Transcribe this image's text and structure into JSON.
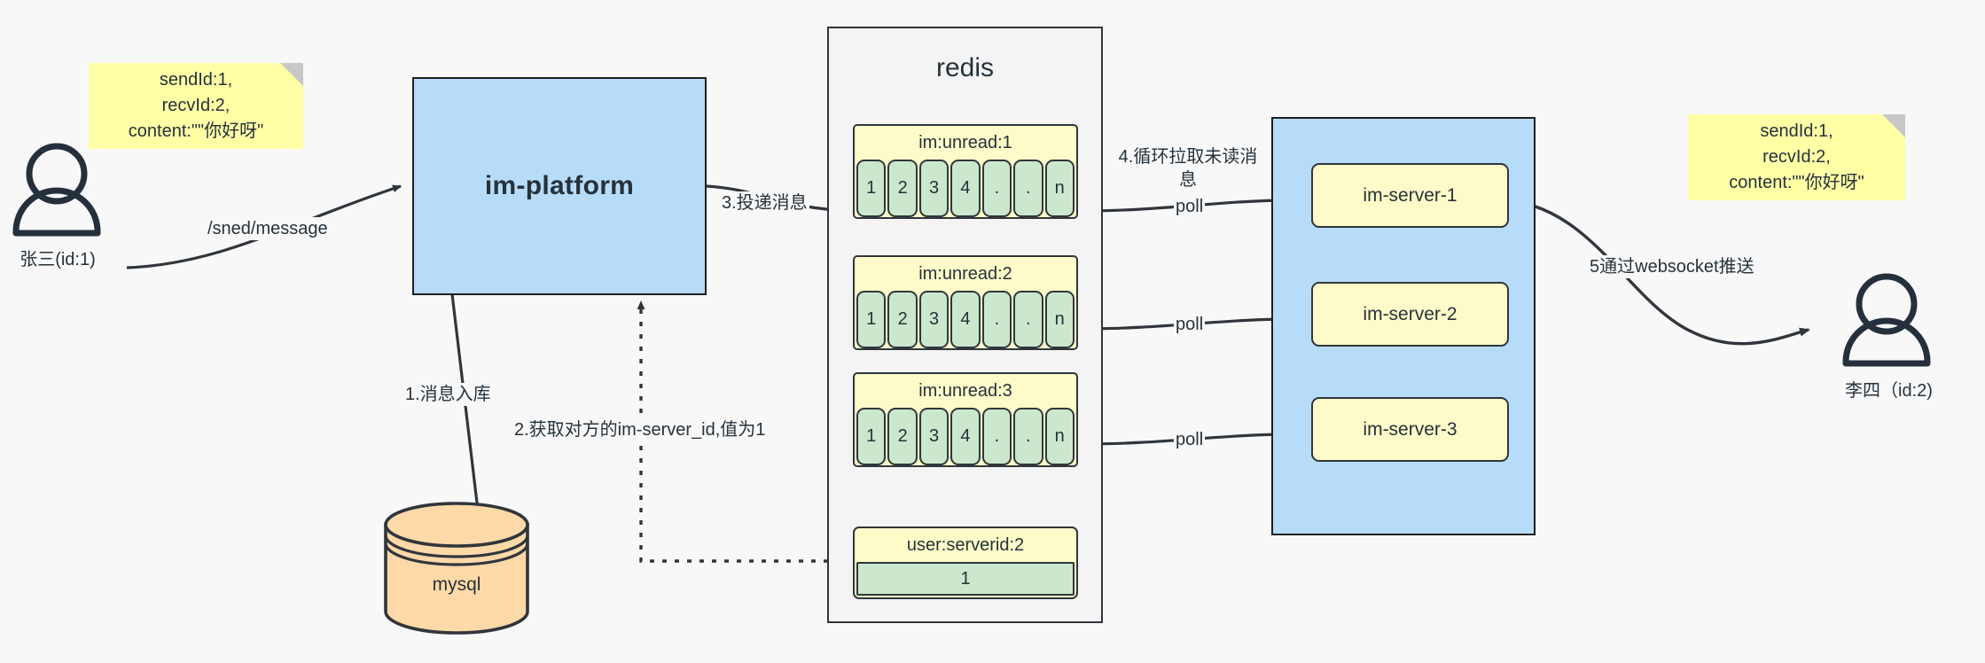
{
  "diagram": {
    "title": "IM message delivery architecture",
    "colors": {
      "background": "#f8f8f9",
      "sticky": "#ffffa6",
      "blue_box": "#b7dcfa",
      "yellow_box": "#fdfbc9",
      "green_cell": "#cbe7cd",
      "mysql_fill": "#ffd9a8",
      "stroke": "#30363b"
    }
  },
  "actors": [
    {
      "id": "sender",
      "label": "张三(id:1)",
      "icon": "person-icon"
    },
    {
      "id": "receiver",
      "label": "李四（id:2)",
      "icon": "person-icon"
    }
  ],
  "sticky_notes": [
    {
      "id": "note-left",
      "text": "sendId:1,\nrecvId:2,\ncontent:\"\"你好呀\""
    },
    {
      "id": "note-right",
      "text": "sendId:1,\nrecvId:2,\ncontent:\"\"你好呀\""
    }
  ],
  "platform": {
    "label": "im-platform"
  },
  "database": {
    "label": "mysql"
  },
  "redis": {
    "title": "redis",
    "queues": [
      {
        "key": "im:unread:1",
        "cells": [
          "1",
          "2",
          "3",
          "4",
          ".",
          ".",
          "n"
        ]
      },
      {
        "key": "im:unread:2",
        "cells": [
          "1",
          "2",
          "3",
          "4",
          ".",
          ".",
          "n"
        ]
      },
      {
        "key": "im:unread:3",
        "cells": [
          "1",
          "2",
          "3",
          "4",
          ".",
          ".",
          "n"
        ]
      }
    ],
    "kv": {
      "key": "user:serverid:2",
      "value": "1"
    }
  },
  "server_cluster": {
    "servers": [
      {
        "label": "im-server-1"
      },
      {
        "label": "im-server-2"
      },
      {
        "label": "im-server-3"
      }
    ]
  },
  "edges": [
    {
      "id": "e-send",
      "label": "/sned/message"
    },
    {
      "id": "e-db",
      "label": "1.消息入库"
    },
    {
      "id": "e-getserverid",
      "label": "2.获取对方的im-server_id,值为1"
    },
    {
      "id": "e-deliver",
      "label": "3.投递消息"
    },
    {
      "id": "e-pull",
      "label": "4.循环拉取未读消息"
    },
    {
      "id": "e-poll-1",
      "label": "poll"
    },
    {
      "id": "e-poll-2",
      "label": "poll"
    },
    {
      "id": "e-poll-3",
      "label": "poll"
    },
    {
      "id": "e-push",
      "label": "5通过websocket推送"
    }
  ]
}
